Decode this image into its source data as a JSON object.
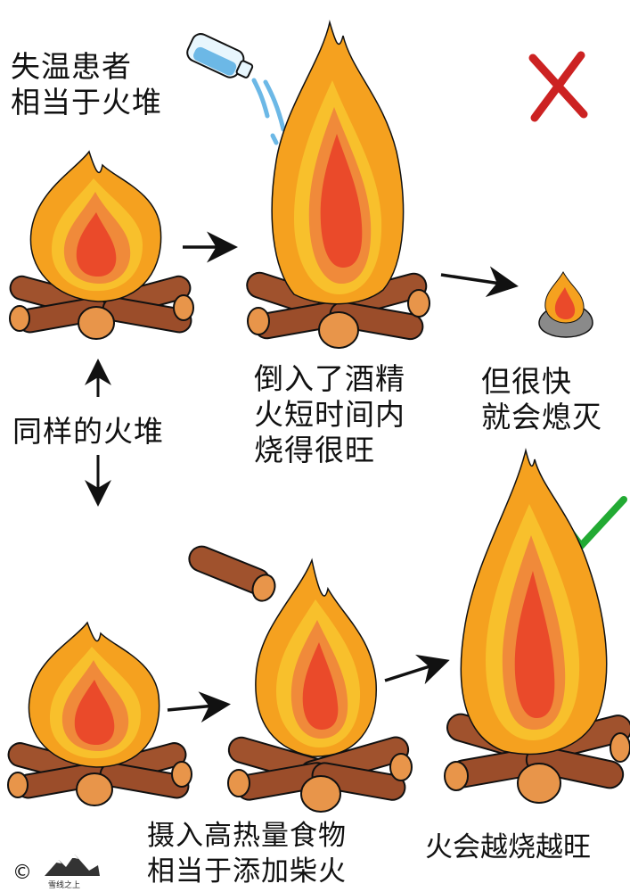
{
  "labels": {
    "hypothermia": [
      "失温患者",
      "相当于火堆"
    ],
    "same_fire": "同样的火堆",
    "alcohol": [
      "倒入了酒精",
      "火短时间内",
      "烧得很旺"
    ],
    "extinguish": [
      "但很快",
      "就会熄灭"
    ],
    "food": [
      "摄入高热量食物",
      "相当于添加柴火"
    ],
    "grows": "火会越烧越旺"
  },
  "marks": {
    "wrong": "x-mark-icon",
    "right": "check-mark-icon"
  },
  "watermark": {
    "copyright": "©",
    "brand": "雪线之上"
  },
  "colors": {
    "flame_outer": "#f5a11f",
    "flame_yellow": "#f8c02c",
    "flame_mid": "#f08a3a",
    "flame_core": "#ea4a2a",
    "log": "#a0522d",
    "log_end": "#e8954a",
    "wrong": "#cc2222",
    "right": "#22aa33",
    "alcohol": "#6cb8e6"
  }
}
